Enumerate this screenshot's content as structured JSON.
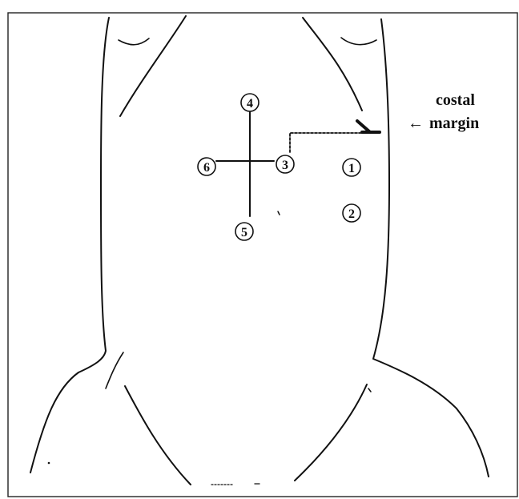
{
  "diagram": {
    "labels": {
      "costal": "costal",
      "arrow": "←",
      "margin": "margin"
    },
    "points": [
      {
        "id": "point-1",
        "label": "1"
      },
      {
        "id": "point-2",
        "label": "2"
      },
      {
        "id": "point-3",
        "label": "3"
      },
      {
        "id": "point-4",
        "label": "4"
      },
      {
        "id": "point-5",
        "label": "5"
      },
      {
        "id": "point-6",
        "label": "6"
      }
    ]
  }
}
